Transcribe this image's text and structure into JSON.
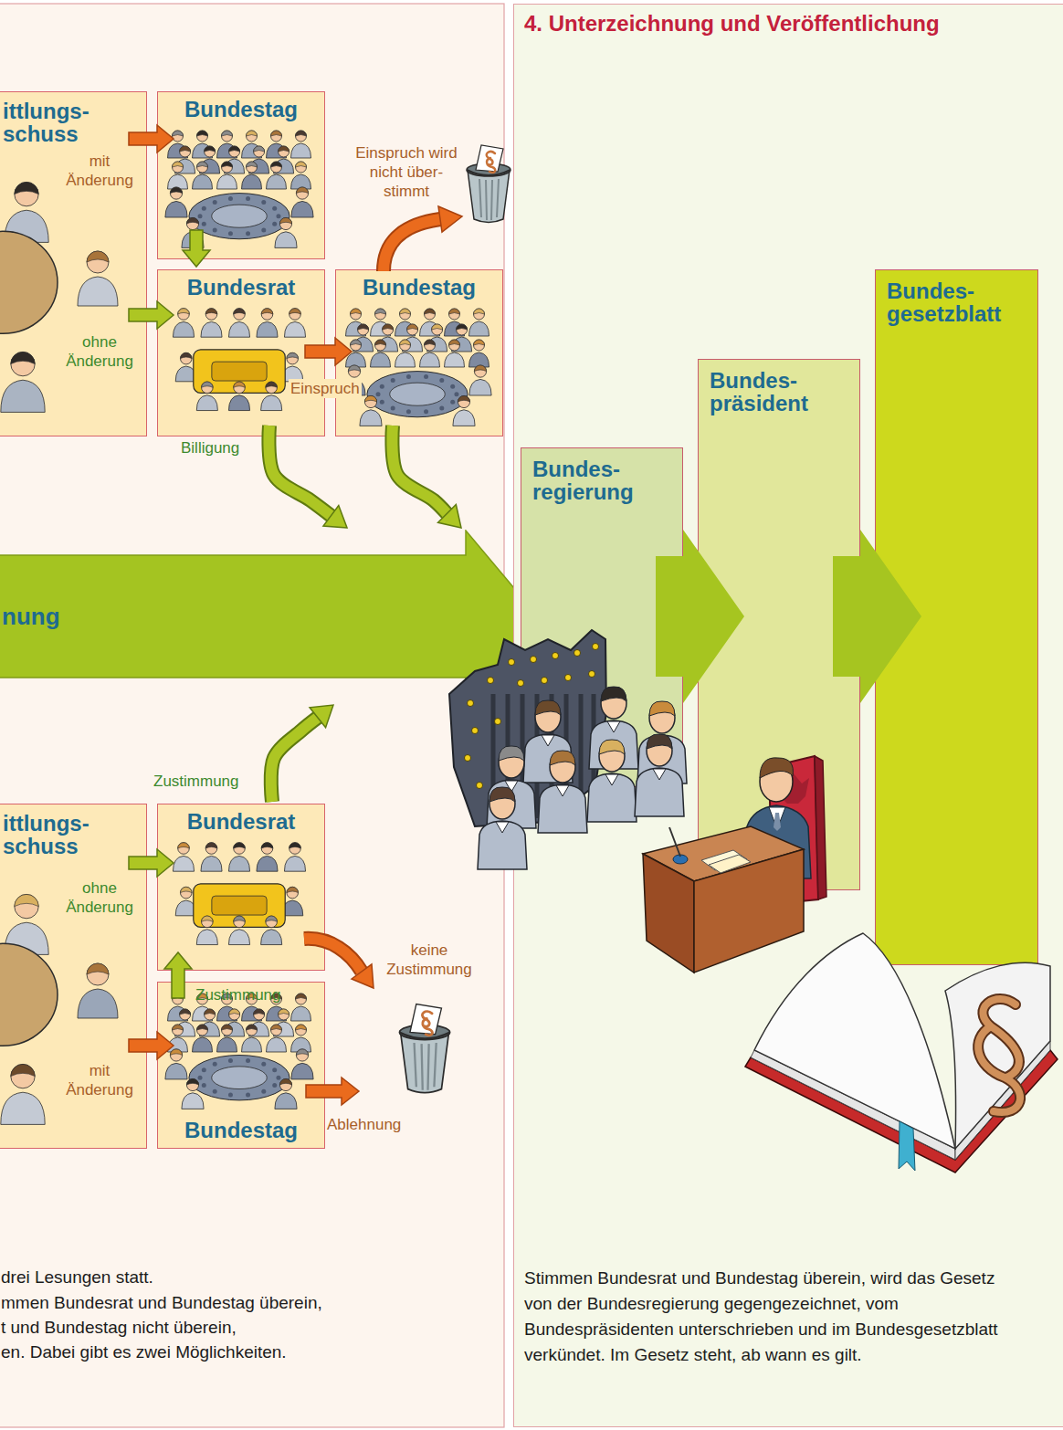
{
  "diagram": {
    "nodes": [
      {
        "text": [
          "ittlungs- schuss"
        ]
      },
      {
        "text": [
          "Bundestag"
        ]
      },
      {
        "text": [
          "Bundesrat"
        ]
      },
      {
        "text": [
          "Bundestag"
        ]
      },
      {
        "text": [
          "nung"
        ]
      },
      {
        "text": [
          "ittlungs- schuss"
        ]
      },
      {
        "text": [
          "Bundesrat"
        ]
      },
      {
        "text": [
          "Bundestag"
        ]
      },
      {
        "text": [
          "4. Unterzeichnung und Veröffentlichung",
          "Stimmen Bundesrat und Bundestag überein, wird das Gesetz von der Bundesregierung gegengezeichnet, vom Bundespräsidenten unterschrieben und im Bundesgesetzblatt verkündet. Im Gesetz steht, ab wann es gilt."
        ]
      },
      {
        "text": [
          "Bundes- regierung"
        ],
        "in": 8
      },
      {
        "text": [
          "Bundes- präsident"
        ],
        "in": 8
      },
      {
        "text": [
          "Bundes- gesetzblatt"
        ],
        "in": 8
      }
    ],
    "edges": [
      {
        "from": 0,
        "to": 1,
        "label": "mit Änderung",
        "arrow": "to"
      },
      {
        "from": 0,
        "to": 2,
        "label": "ohne Änderung",
        "arrow": "to"
      },
      {
        "from": 1,
        "to": 2,
        "arrow": "to"
      },
      {
        "from": 2,
        "to": 3,
        "label": "Einspruch",
        "arrow": "to"
      },
      {
        "from": 2,
        "to": 4,
        "label": "Billigung",
        "arrow": "to"
      },
      {
        "from": 3,
        "to": 4,
        "arrow": "to"
      },
      {
        "from": 5,
        "to": 6,
        "label": "ohne Änderung",
        "arrow": "to"
      },
      {
        "from": 5,
        "to": 7,
        "label": "mit Änderung",
        "arrow": "to"
      },
      {
        "from": 7,
        "to": 6,
        "label": "Zustimmung",
        "arrow": "to"
      },
      {
        "from": 6,
        "to": 4,
        "label": "Zustimmung",
        "arrow": "to"
      },
      {
        "from": 9,
        "to": 10,
        "arrow": "to"
      },
      {
        "from": 10,
        "to": 11,
        "arrow": "to"
      }
    ],
    "labels": [
      "Einspruch wird nicht über- stimmt",
      "keine Zustimmung",
      "Ablehnung",
      "drei Lesungen statt.",
      "mmen Bundesrat und Bundestag überein,",
      "t und Bundestag nicht überein,",
      "en. Dabei gibt es zwei Möglichkeiten."
    ]
  }
}
